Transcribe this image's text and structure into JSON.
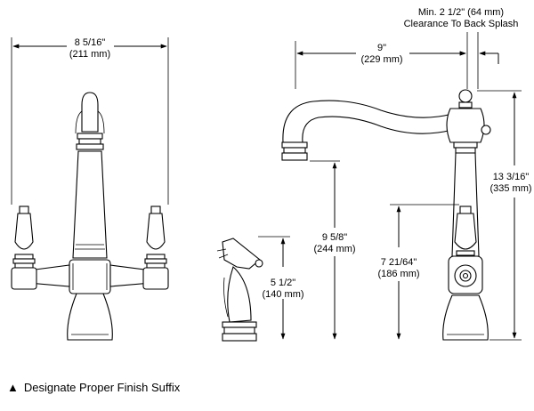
{
  "dimensions": {
    "overall_width": {
      "imperial": "8 5/16\"",
      "metric": "(211 mm)"
    },
    "clearance": {
      "line1": "Min. 2 1/2\" (64 mm)",
      "line2": "Clearance To Back Splash"
    },
    "spout_reach": {
      "imperial": "9\"",
      "metric": "(229 mm)"
    },
    "overall_height": {
      "imperial": "13 3/16\"",
      "metric": "(335 mm)"
    },
    "spout_height": {
      "imperial": "9 5/8\"",
      "metric": "(244 mm)"
    },
    "handle_height": {
      "imperial": "7 21/64\"",
      "metric": "(186 mm)"
    },
    "sprayer_height": {
      "imperial": "5 1/2\"",
      "metric": "(140 mm)"
    }
  },
  "footnote": {
    "symbol": "▲",
    "text": "Designate Proper Finish Suffix"
  }
}
